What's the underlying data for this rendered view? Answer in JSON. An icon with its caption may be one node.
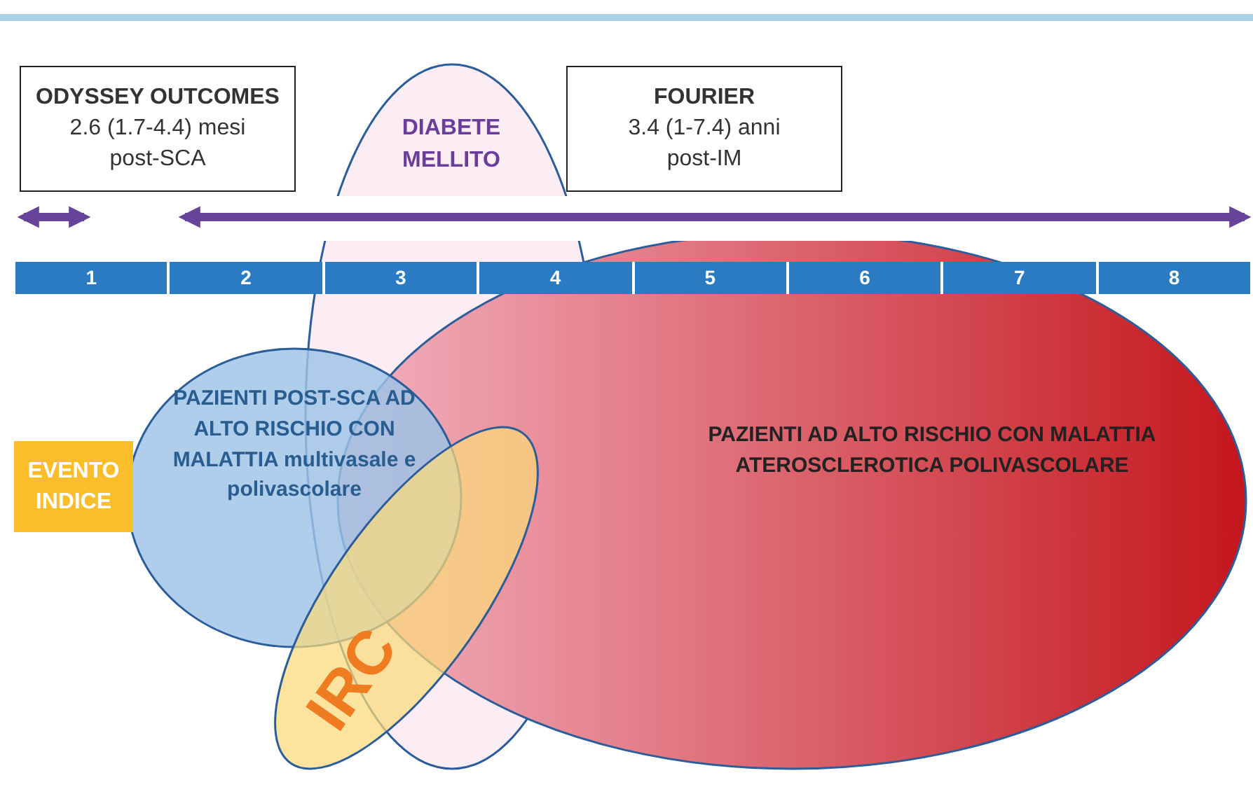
{
  "diagram": {
    "nodes": [
      {
        "text": [
          "ODYSSEY OUTCOMES",
          "2.6 (1.7-4.4) mesi post-SCA"
        ]
      },
      {
        "text": [
          "FOURIER",
          "3.4 (1-7.4) anni post-IM"
        ]
      },
      {
        "text": [
          "DIABETE MELLITO"
        ]
      },
      {
        "text": [
          "PAZIENTI AD ALTO RISCHIO CON MALATTIA ATEROSCLEROTICA POLIVASCOLARE"
        ]
      },
      {
        "text": [
          "PAZIENTI POST-SCA AD ALTO RISCHIO CON MALATTIA multivasale e polivascolare"
        ]
      },
      {
        "text": [
          "IRC"
        ]
      },
      {
        "text": [
          "EVENTO INDICE"
        ]
      }
    ],
    "edges": [],
    "labels": [
      "1",
      "2",
      "3",
      "4",
      "5",
      "6",
      "7",
      "8"
    ]
  }
}
